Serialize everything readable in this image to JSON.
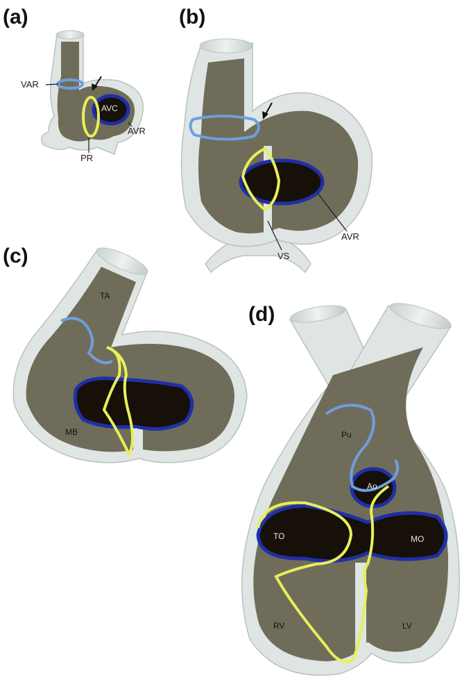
{
  "figure": {
    "panels": [
      {
        "id": "a",
        "label": "(a)",
        "callouts": [
          "VAR",
          "AVC",
          "AVR",
          "PR"
        ]
      },
      {
        "id": "b",
        "label": "(b)",
        "callouts": [
          "AVR",
          "VS"
        ]
      },
      {
        "id": "c",
        "label": "(c)",
        "callouts": [
          "TA",
          "MB"
        ]
      },
      {
        "id": "d",
        "label": "(d)",
        "callouts": [
          "Pu",
          "Ao",
          "TO",
          "MO",
          "RV",
          "LV"
        ]
      }
    ]
  },
  "colors": {
    "shell": "#dfe5e2",
    "cavity": "#6f6d5a",
    "ring_atrioventricular": "#1f2fa8",
    "ring_ventriculoarterial": "#6f9ede",
    "ring_primary": "#e8ee5a"
  },
  "icons": [
    "arrow-icon"
  ]
}
